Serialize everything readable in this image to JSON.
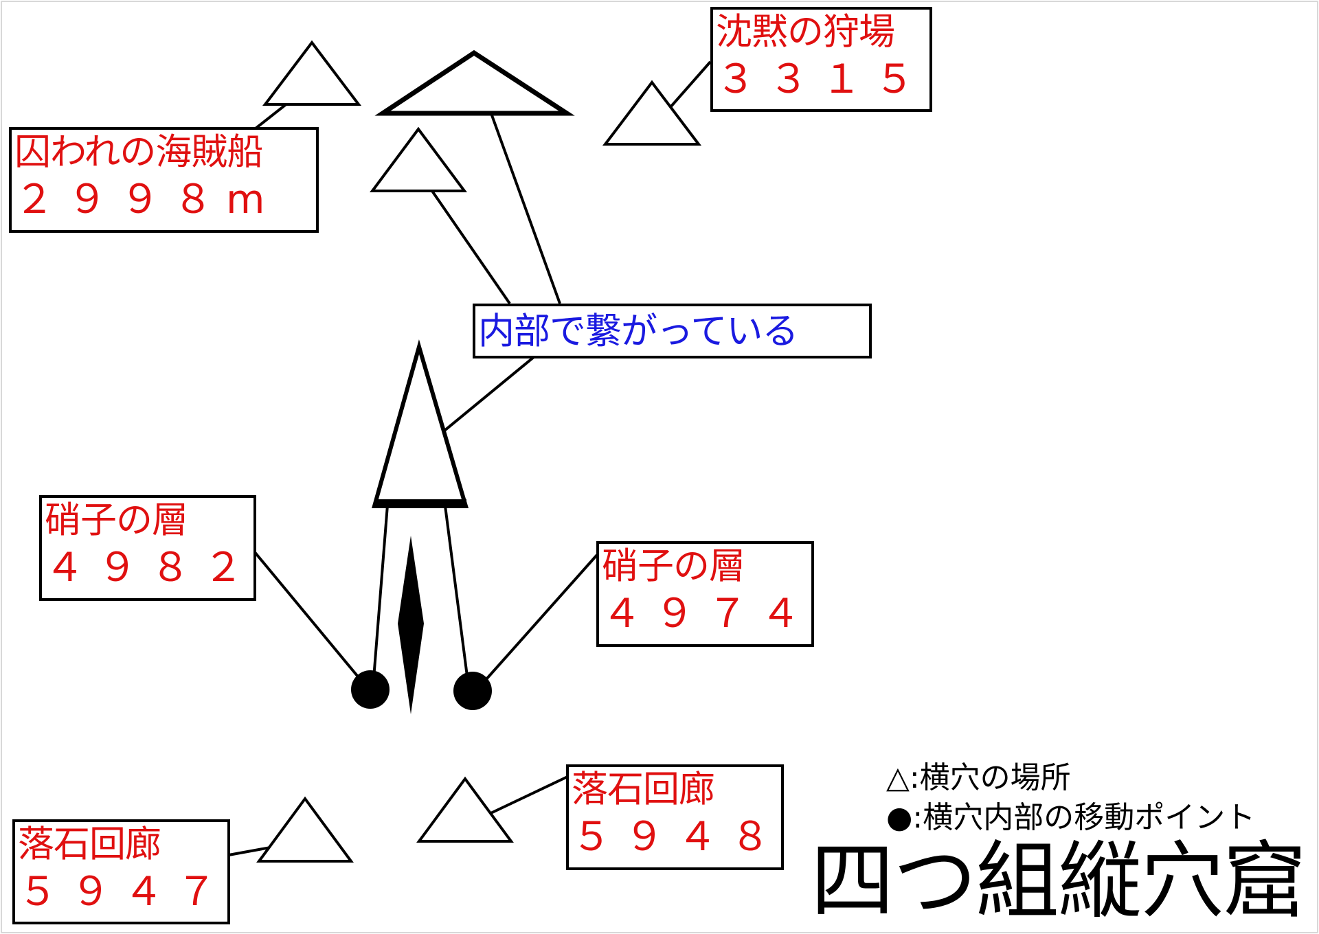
{
  "colors": {
    "label_text": "#e01010",
    "note_text": "#1a1ae0",
    "stroke": "#000000",
    "background": "#ffffff"
  },
  "labels": {
    "pirate_ship": {
      "name": "囚われの海賊船",
      "depth": "２９９８m"
    },
    "silent_hunting": {
      "name": "沈黙の狩場",
      "depth": "３３１５m"
    },
    "glass_layer_left": {
      "name": "硝子の層",
      "depth": "４９８２m"
    },
    "glass_layer_right": {
      "name": "硝子の層",
      "depth": "４９７４m"
    },
    "falling_rock_left": {
      "name": "落石回廊",
      "depth": "５９４７m"
    },
    "falling_rock_right": {
      "name": "落石回廊",
      "depth": "５９４８m"
    }
  },
  "note": {
    "connected": "内部で繋がっている"
  },
  "legend": {
    "triangle_symbol": "△",
    "triangle_text": ":横穴の場所",
    "dot_symbol": "●",
    "dot_text": ":横穴内部の移動ポイント"
  },
  "title": "四つ組縦穴窟",
  "icons": [
    "triangle-icon",
    "dot-icon",
    "compass-needle-icon"
  ]
}
